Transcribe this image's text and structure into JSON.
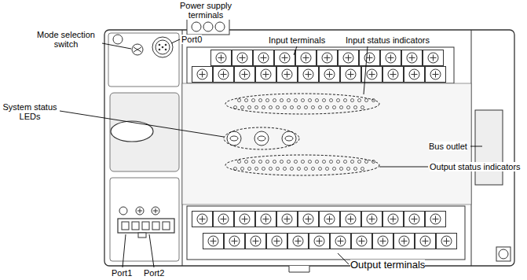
{
  "diagram": {
    "labels": [
      "Power supply terminals",
      "Mode selection switch",
      "Port0",
      "Input terminals",
      "Input status indicators",
      "System status LEDs",
      "Bus outlet",
      "Output status indicators",
      "Port1",
      "Port2",
      "Output terminals"
    ]
  }
}
